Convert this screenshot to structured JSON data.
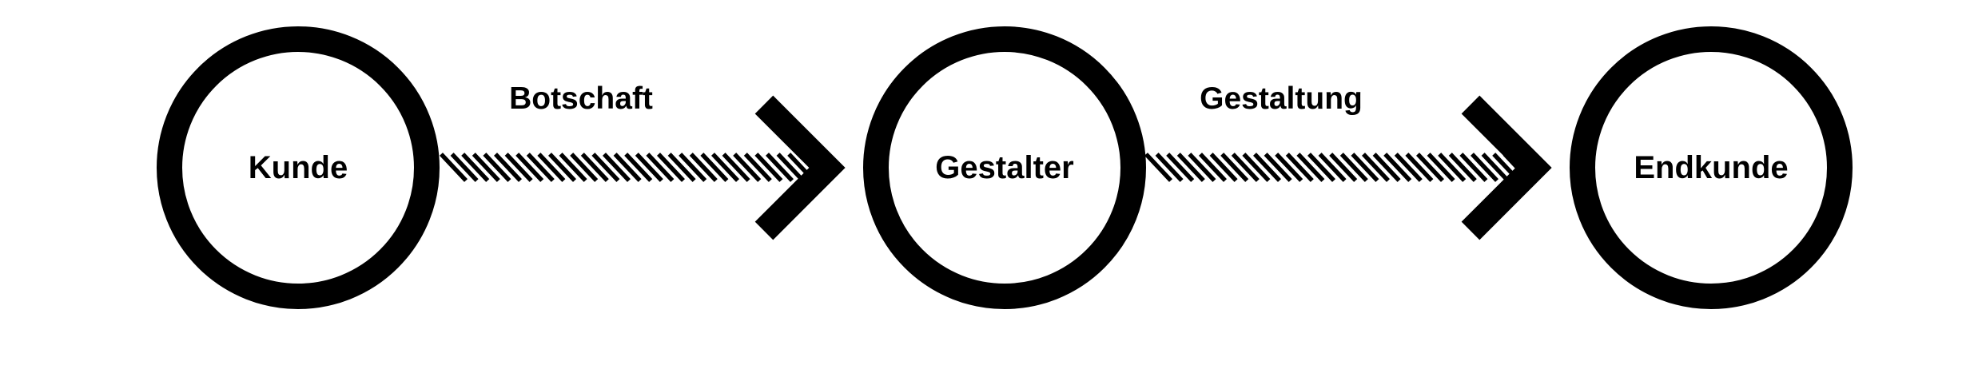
{
  "diagram": {
    "type": "flow",
    "colors": {
      "stroke": "#000000",
      "background": "#ffffff"
    },
    "nodes": [
      {
        "id": "kunde",
        "label": "Kunde"
      },
      {
        "id": "gestalter",
        "label": "Gestalter"
      },
      {
        "id": "endkunde",
        "label": "Endkunde"
      }
    ],
    "edges": [
      {
        "from": "kunde",
        "to": "gestalter",
        "label": "Botschaft",
        "style": "hatched-arrow"
      },
      {
        "from": "gestalter",
        "to": "endkunde",
        "label": "Gestaltung",
        "style": "hatched-arrow"
      }
    ]
  }
}
